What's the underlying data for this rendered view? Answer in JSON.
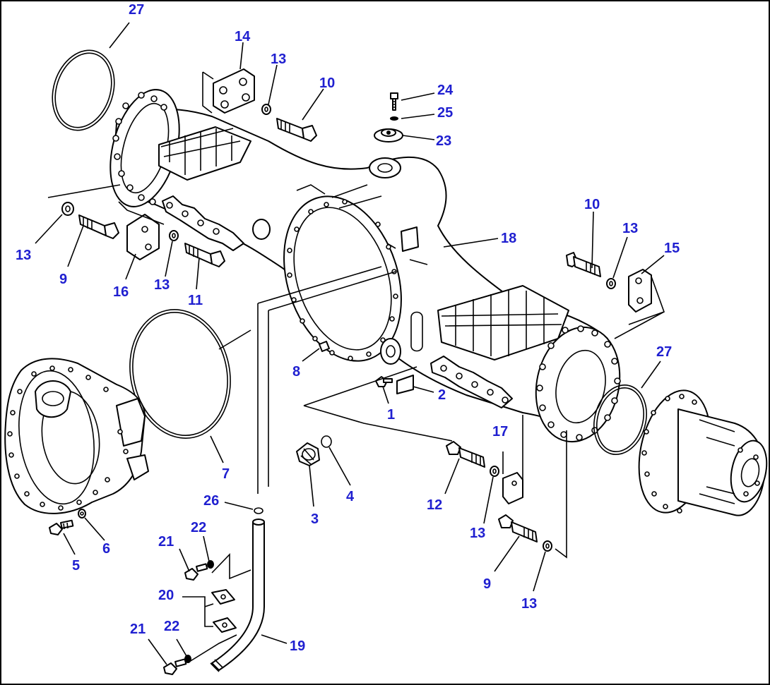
{
  "colors": {
    "callout": "#1f1fd0",
    "line": "#000000",
    "background": "#ffffff"
  },
  "callouts": [
    {
      "id": "c27a",
      "text": "27"
    },
    {
      "id": "c14",
      "text": "14"
    },
    {
      "id": "c13a",
      "text": "13"
    },
    {
      "id": "c10a",
      "text": "10"
    },
    {
      "id": "c24",
      "text": "24"
    },
    {
      "id": "c25",
      "text": "25"
    },
    {
      "id": "c23",
      "text": "23"
    },
    {
      "id": "c13b",
      "text": "13"
    },
    {
      "id": "c9a",
      "text": "9"
    },
    {
      "id": "c16",
      "text": "16"
    },
    {
      "id": "c13c",
      "text": "13"
    },
    {
      "id": "c11",
      "text": "11"
    },
    {
      "id": "c18",
      "text": "18"
    },
    {
      "id": "c10b",
      "text": "10"
    },
    {
      "id": "c13d",
      "text": "13"
    },
    {
      "id": "c15",
      "text": "15"
    },
    {
      "id": "c8",
      "text": "8"
    },
    {
      "id": "c1",
      "text": "1"
    },
    {
      "id": "c2",
      "text": "2"
    },
    {
      "id": "c27b",
      "text": "27"
    },
    {
      "id": "c7",
      "text": "7"
    },
    {
      "id": "c17",
      "text": "17"
    },
    {
      "id": "c4",
      "text": "4"
    },
    {
      "id": "c3",
      "text": "3"
    },
    {
      "id": "c12",
      "text": "12"
    },
    {
      "id": "c13e",
      "text": "13"
    },
    {
      "id": "c26",
      "text": "26"
    },
    {
      "id": "c22a",
      "text": "22"
    },
    {
      "id": "c21a",
      "text": "21"
    },
    {
      "id": "c6",
      "text": "6"
    },
    {
      "id": "c5",
      "text": "5"
    },
    {
      "id": "c20",
      "text": "20"
    },
    {
      "id": "c9b",
      "text": "9"
    },
    {
      "id": "c13f",
      "text": "13"
    },
    {
      "id": "c21b",
      "text": "21"
    },
    {
      "id": "c22b",
      "text": "22"
    },
    {
      "id": "c19",
      "text": "19"
    }
  ]
}
